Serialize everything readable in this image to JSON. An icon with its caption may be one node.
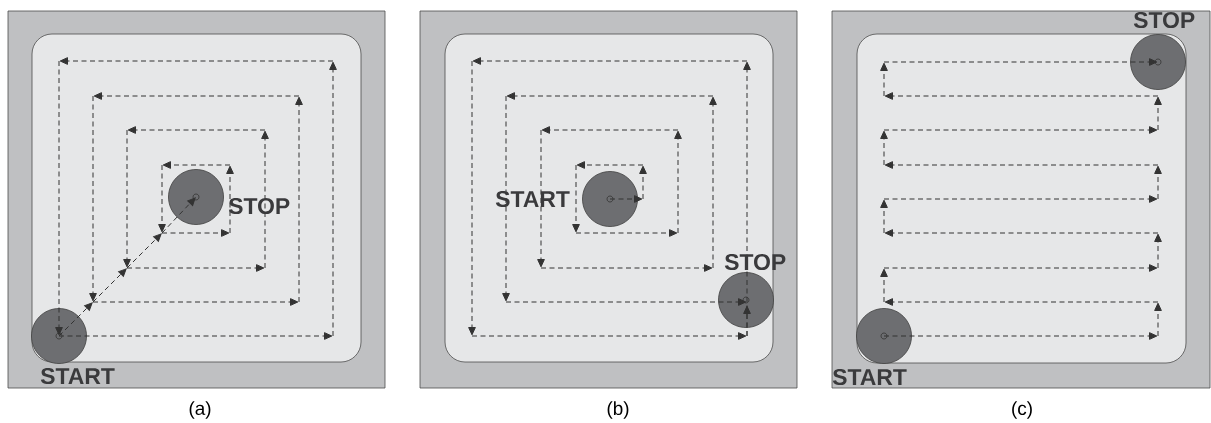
{
  "diagram": {
    "labels": [
      "STOP",
      "START",
      "(a)",
      "START",
      "STOP",
      "(b)",
      "STOP",
      "START",
      "(c)"
    ]
  }
}
